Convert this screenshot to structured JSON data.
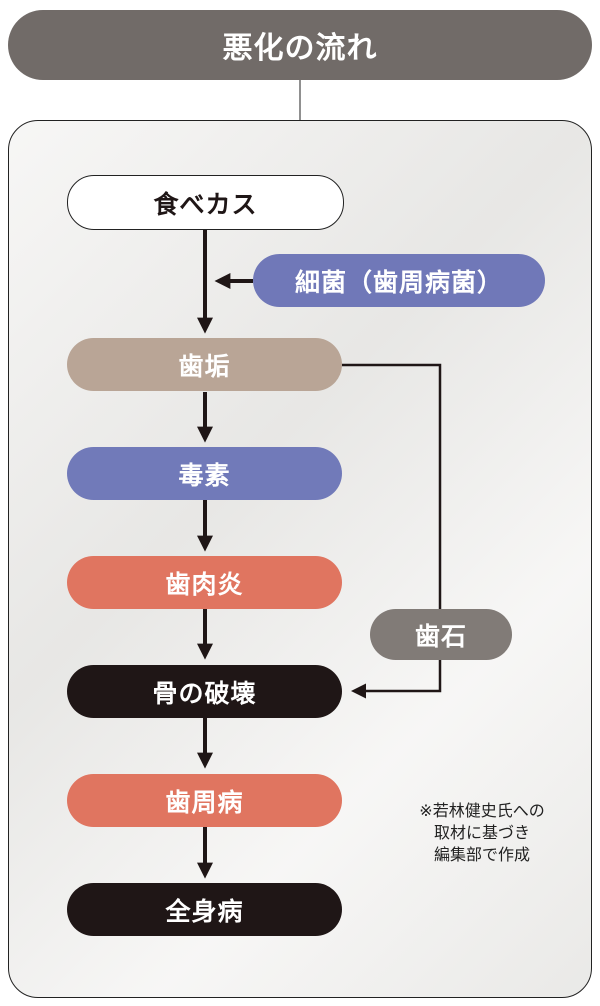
{
  "title": "悪化の流れ",
  "nodes": {
    "food": "食べカス",
    "bacteria": "細菌（歯周病菌）",
    "plaque": "歯垢",
    "toxin": "毒素",
    "gingivitis": "歯肉炎",
    "bone": "骨の破壊",
    "periodontal": "歯周病",
    "systemic": "全身病",
    "tartar": "歯石"
  },
  "note": [
    "※若林健史氏への",
    "取材に基づき",
    "編集部で作成"
  ],
  "colors": {
    "title": "#716b68",
    "bacteria": "#7078b8",
    "plaque": "#b9a596",
    "toxin": "#717ab9",
    "red": "#e07560",
    "black": "#1f1616",
    "tartar": "#817b77"
  }
}
